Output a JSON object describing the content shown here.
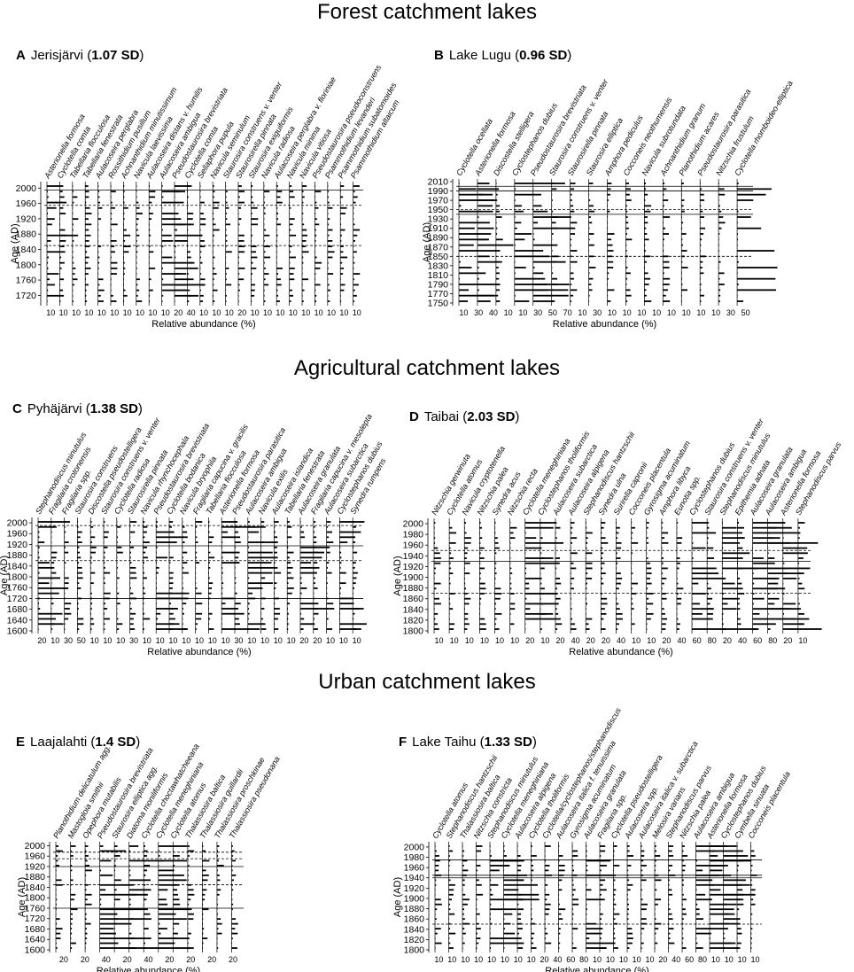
{
  "sections": [
    {
      "title": "Forest catchment lakes"
    },
    {
      "title": "Agricultural catchment lakes"
    },
    {
      "title": "Urban catchment lakes"
    }
  ],
  "common": {
    "xlabel": "Relative abundance (%)",
    "ylabel": "Age (AD)"
  },
  "panels": [
    {
      "id": "A",
      "label": "A",
      "lake": "Jerisjärvi",
      "sd": "1.07 SD",
      "yticks": [
        2000,
        1960,
        1920,
        1880,
        1840,
        1800,
        1760,
        1720
      ],
      "taxa": [
        "Asterionella formosa",
        "Cyclotella comta",
        "Tabellaria flocculosa",
        "Tabellaria fenestrata",
        "Aulacoseira perglabra",
        "Rossithidium pusillum",
        "Achnanthidium minutissimum",
        "Navicula laevissima",
        "Aulacoseira distans v. humilis",
        "Aulacoseira ambigua",
        "Pseudostaurosira brevistriata",
        "Cyclotella comta",
        "Sellaphora pupula",
        "Navicula seminulum",
        "Staurosira construens v. venter",
        "Staurosirella pinnata",
        "Staurosira exiguiformis",
        "Navicula radiosa",
        "Aulacoseira perglabra v. floriniae",
        "Navicula minima",
        "Navicula vitiosa",
        "Pseudostaurosira pseudoconstruens",
        "Psammothidium levanderi",
        "Psammothidium subatomoides",
        "Psammothidium altaicum"
      ],
      "xticks": [
        "10",
        "10",
        "10",
        "10",
        "10",
        "10",
        "10",
        "10",
        "10",
        "10",
        "20",
        "40",
        "10",
        "10",
        "10",
        "20",
        "10",
        "10",
        "10",
        "10",
        "10",
        "10",
        "10",
        "10",
        "10"
      ]
    },
    {
      "id": "B",
      "label": "B",
      "lake": "Lake Lugu",
      "sd": "0.96 SD",
      "yticks": [
        2010,
        1990,
        1970,
        1950,
        1930,
        1910,
        1890,
        1870,
        1850,
        1830,
        1810,
        1790,
        1770,
        1750
      ],
      "taxa": [
        "Cyclotella ocellata",
        "Asterionella formosa",
        "Discostella stelligera",
        "Cyclostephanos dubius",
        "Pseudostaurosira brevistriata",
        "Staurosira construens v. venter",
        "Staurosirella pinnata",
        "Staurosira elliptica",
        "Amphora pediculus",
        "Cocconeis neothumensis",
        "Navicula subrotundata",
        "Achnanthidium granum",
        "Planothidium acares",
        "Pseudostaurosira parasitica",
        "Nitzschia frustulum",
        "Cyclotella rhomboideo-elliptica"
      ],
      "xticks": [
        "10",
        "30",
        "40",
        "10",
        "10",
        "30",
        "50",
        "70",
        "10",
        "30",
        "10",
        "10",
        "10",
        "10",
        "10",
        "10",
        "10",
        "10",
        "30",
        "50"
      ]
    },
    {
      "id": "C",
      "label": "C",
      "lake": "Pyhäjärvi",
      "sd": "1.38 SD",
      "yticks": [
        2000,
        1960,
        1920,
        1880,
        1840,
        1800,
        1760,
        1720,
        1680,
        1640,
        1600
      ],
      "taxa": [
        "Stephanodiscus minutulus",
        "Fragilaria crotonensis",
        "Fragilaria spp.",
        "Staurosira construens",
        "Discostella pseudostelligera",
        "Staurosira construens v. venter",
        "Cyclotella radiosa",
        "Staurosirella pinnata",
        "Navicula rhynchocephala",
        "Pseudostaurosira brevistriata",
        "Cyclotella bodanica",
        "Navicula bryophila",
        "Fragilaria capucina v. gracilis",
        "Tabellaria flocculosa",
        "Asterionella formosa",
        "Pseudostaurosira parasitica",
        "Aulacoseira ambigua",
        "Navicula exilis",
        "Aulacoseira islandica",
        "Tabellaria fenestrata",
        "Aulacoseira granulata",
        "Fragilaria capucina v. mesolepta",
        "Aulacoseira subarctica",
        "Cyclostephanos dubius",
        "Synedra rumpens"
      ],
      "xticks": [
        "20",
        "10",
        "30",
        "50",
        "10",
        "10",
        "10",
        "30",
        "10",
        "10",
        "10",
        "10",
        "10",
        "10",
        "10",
        "30",
        "10",
        "10",
        "10",
        "10",
        "20",
        "20",
        "10",
        "10",
        "10"
      ]
    },
    {
      "id": "D",
      "label": "D",
      "lake": "Taibai",
      "sd": "2.03 SD",
      "yticks": [
        2000,
        1980,
        1960,
        1940,
        1920,
        1900,
        1880,
        1860,
        1840,
        1820,
        1800
      ],
      "taxa": [
        "Nitzschia gerwinuta",
        "Cyclotella atomus",
        "Navicula cryptotenella",
        "Nitzschia palea",
        "Synedra acus",
        "Nitzschia recta",
        "Cyclotella meneghiniana",
        "Cyclostephanos tholiformis",
        "Aulacoseira subarctica",
        "Aulacoseira alpigena",
        "Stephanodiscus hantzschii",
        "Synedra ulna",
        "Surirella capronii",
        "Cocconeis placentula",
        "Gyrosigma acuminatum",
        "Amphora libyca",
        "Eunotia spp.",
        "Cyclostephanos dubius",
        "Staurosira construens v. venter",
        "Stephanodiscus minutulus",
        "Epithemia adnata",
        "Aulacoseira granulata",
        "Aulacoseira ambigua",
        "Asterionella formosa",
        "Stephanodiscus parvus"
      ],
      "xticks": [
        "10",
        "10",
        "10",
        "10",
        "10",
        "10",
        "20",
        "10",
        "20",
        "40",
        "20",
        "20",
        "40",
        "10",
        "10",
        "20",
        "40",
        "60",
        "80",
        "20",
        "40",
        "60",
        "80",
        "20",
        "10"
      ]
    },
    {
      "id": "E",
      "label": "E",
      "lake": "Laajalahti",
      "sd": "1.4 SD",
      "yticks": [
        2000,
        1960,
        1920,
        1880,
        1840,
        1800,
        1760,
        1720,
        1680,
        1640,
        1600
      ],
      "taxa": [
        "Planothidium delicatulum agg.",
        "Mastogloia smithii",
        "Opephora mutabilis",
        "Pseudostaurosira brevistriata",
        "Staurosira elliptica agg.",
        "Diatoma moniliformis",
        "Cyclotella choctawhatcheeana",
        "Cyclotella meneghiniana",
        "Cyclotella atomus",
        "Thalassiosira baltica",
        "Thalassiosira guillardii",
        "Thalassiosira proschkinae",
        "Thalassiosira pseudonana"
      ],
      "xticks": [
        "20",
        "20",
        "40",
        "20",
        "40",
        "20",
        "20",
        "20",
        "20"
      ]
    },
    {
      "id": "F",
      "label": "F",
      "lake": "Lake Taihu",
      "sd": "1.33 SD",
      "yticks": [
        2000,
        1980,
        1960,
        1940,
        1920,
        1900,
        1880,
        1860,
        1840,
        1820,
        1800
      ],
      "taxa": [
        "Cyclotella atomus",
        "Stephanodiscus hantzschii",
        "Thalassiosira baltica",
        "Nitzschia constricta",
        "Stephanodiscus minutulus",
        "Cyclotella meneghiniana",
        "Aulacoseira alpigena",
        "Cyclotella tholiformis",
        "Cyclotella/cyclostephanos/stephanodiscus",
        "Aulacoseira italica f. tenuissima",
        "Gyrosigma acuminatum",
        "Aulacoseira granulata",
        "Fragilaria spp.",
        "Cyclotella pseudostelligera",
        "Aulacoseira spp.",
        "Aulacoseira italica v. subarctica",
        "Melosira varians",
        "Stephanodiscus parvus",
        "Nitzschia palea",
        "Aulacoseira ambigua",
        "Asterionella formosa",
        "Cyclostephanos dubius",
        "Cymbella sinuata",
        "Cocconeis placentula"
      ],
      "xticks": [
        "10",
        "10",
        "10",
        "10",
        "10",
        "10",
        "10",
        "10",
        "20",
        "40",
        "60",
        "80",
        "10",
        "10",
        "10",
        "10",
        "10",
        "20",
        "40",
        "60",
        "80",
        "10",
        "10",
        "10",
        "10"
      ]
    }
  ],
  "chart_data": [
    {
      "type": "bar",
      "panel": "A",
      "title": "Jerisjärvi (1.07 SD)",
      "xlabel": "Relative abundance (%)",
      "ylabel": "Age (AD)",
      "ylim": [
        1700,
        2010
      ],
      "orientation": "horizontal stratigraphic",
      "zone_boundaries": [
        {
          "age": 1995,
          "style": "solid"
        },
        {
          "age": 1955,
          "style": "dashed"
        },
        {
          "age": 1850,
          "style": "dashed"
        }
      ],
      "series": [
        {
          "name": "Pseudostaurosira brevistriata",
          "max_value": 30
        },
        {
          "name": "Cyclotella comta",
          "max_value": 20
        },
        {
          "name": "Asterionella formosa",
          "max_value": 5
        }
      ]
    },
    {
      "type": "bar",
      "panel": "B",
      "title": "Lake Lugu (0.96 SD)",
      "xlabel": "Relative abundance (%)",
      "ylabel": "Age (AD)",
      "ylim": [
        1750,
        2010
      ],
      "orientation": "horizontal stratigraphic",
      "zone_boundaries": [
        {
          "age": 2000,
          "style": "solid"
        },
        {
          "age": 1990,
          "style": "solid"
        },
        {
          "age": 1950,
          "style": "dashed"
        },
        {
          "age": 1940,
          "style": "solid"
        },
        {
          "age": 1850,
          "style": "dashed"
        }
      ],
      "series": [
        {
          "name": "Cyclotella ocellata",
          "max_value": 45
        },
        {
          "name": "Pseudostaurosira brevistriata",
          "max_value": 70
        },
        {
          "name": "Cyclotella rhomboideo-elliptica",
          "max_value": 35
        }
      ]
    },
    {
      "type": "bar",
      "panel": "C",
      "title": "Pyhäjärvi (1.38 SD)",
      "xlabel": "Relative abundance (%)",
      "ylabel": "Age (AD)",
      "ylim": [
        1600,
        2010
      ],
      "orientation": "horizontal stratigraphic",
      "zone_boundaries": [
        {
          "age": 1990,
          "style": "dashed"
        },
        {
          "age": 1915,
          "style": "solid"
        },
        {
          "age": 1860,
          "style": "dashed"
        },
        {
          "age": 1720,
          "style": "solid"
        }
      ],
      "series": [
        {
          "name": "Stephanodiscus minutulus",
          "max_value": 25
        },
        {
          "name": "Aulacoseira ambigua",
          "max_value": 20
        },
        {
          "name": "Aulacoseira islandica",
          "max_value": 10
        }
      ]
    },
    {
      "type": "bar",
      "panel": "D",
      "title": "Taibai (2.03 SD)",
      "xlabel": "Relative abundance (%)",
      "ylabel": "Age (AD)",
      "ylim": [
        1800,
        2005
      ],
      "orientation": "horizontal stratigraphic",
      "zone_boundaries": [
        {
          "age": 1950,
          "style": "dashed"
        },
        {
          "age": 1930,
          "style": "solid"
        },
        {
          "age": 1870,
          "style": "dashed"
        }
      ],
      "series": [
        {
          "name": "Aulacoseira granulata",
          "max_value": 75
        },
        {
          "name": "Aulacoseira ambigua",
          "max_value": 85
        },
        {
          "name": "Asterionella formosa",
          "max_value": 20
        }
      ]
    },
    {
      "type": "bar",
      "panel": "E",
      "title": "Laajalahti (1.4 SD)",
      "xlabel": "Relative abundance (%)",
      "ylabel": "Age (AD)",
      "ylim": [
        1600,
        2005
      ],
      "orientation": "horizontal stratigraphic",
      "zone_boundaries": [
        {
          "age": 1975,
          "style": "dashed"
        },
        {
          "age": 1950,
          "style": "dashed"
        },
        {
          "age": 1920,
          "style": "solid"
        },
        {
          "age": 1850,
          "style": "dashed"
        },
        {
          "age": 1760,
          "style": "solid"
        }
      ],
      "series": [
        {
          "name": "Pseudostaurosira brevistriata",
          "max_value": 35
        },
        {
          "name": "Diatoma moniliformis",
          "max_value": 40
        },
        {
          "name": "Cyclotella meneghiniana",
          "max_value": 20
        }
      ]
    },
    {
      "type": "bar",
      "panel": "F",
      "title": "Lake Taihu (1.33 SD)",
      "xlabel": "Relative abundance (%)",
      "ylabel": "Age (AD)",
      "ylim": [
        1800,
        2005
      ],
      "orientation": "horizontal stratigraphic",
      "zone_boundaries": [
        {
          "age": 1975,
          "style": "solid"
        },
        {
          "age": 1945,
          "style": "solid"
        },
        {
          "age": 1940,
          "style": "solid"
        },
        {
          "age": 1850,
          "style": "dashed"
        }
      ],
      "series": [
        {
          "name": "Aulacoseira granulata",
          "max_value": 80
        },
        {
          "name": "Aulacoseira ambigua",
          "max_value": 75
        },
        {
          "name": "Cyclostephanos dubius",
          "max_value": 20
        }
      ]
    }
  ]
}
